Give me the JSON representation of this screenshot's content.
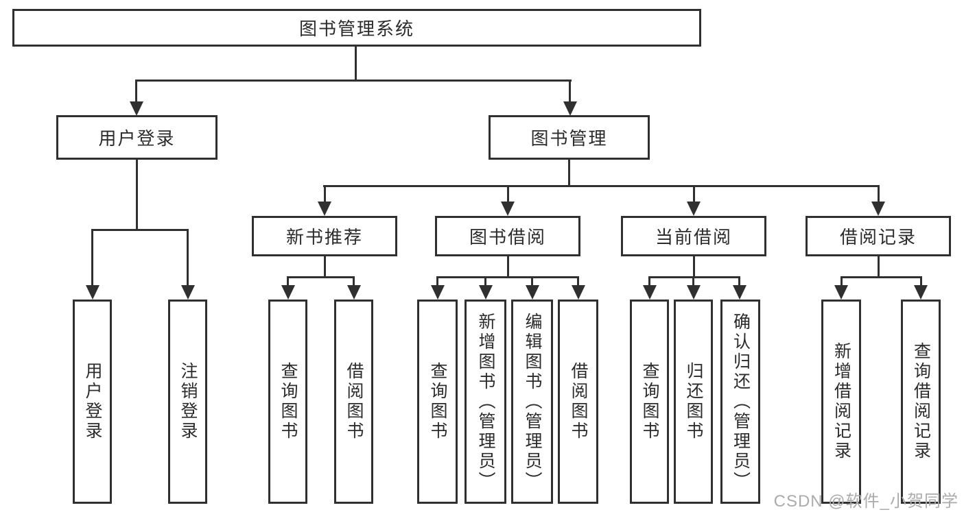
{
  "diagram": {
    "root": {
      "label": "图书管理系统"
    },
    "branches": [
      {
        "label": "用户登录",
        "children": [
          {
            "label": "用户登录"
          },
          {
            "label": "注销登录"
          }
        ]
      },
      {
        "label": "图书管理",
        "groups": [
          {
            "label": "新书推荐",
            "children": [
              {
                "label": "查询图书"
              },
              {
                "label": "借阅图书"
              }
            ]
          },
          {
            "label": "图书借阅",
            "children": [
              {
                "label": "查询图书"
              },
              {
                "label": "新增图书（管理员）"
              },
              {
                "label": "编辑图书（管理员）"
              },
              {
                "label": "借阅图书"
              }
            ]
          },
          {
            "label": "当前借阅",
            "children": [
              {
                "label": "查询图书"
              },
              {
                "label": "归还图书"
              },
              {
                "label": "确认归还（管理员）"
              }
            ]
          },
          {
            "label": "借阅记录",
            "children": [
              {
                "label": "新增借阅记录"
              },
              {
                "label": "查询借阅记录"
              }
            ]
          }
        ]
      }
    ]
  },
  "watermark": {
    "text": "CSDN @软件_小贺同学"
  },
  "colors": {
    "line": "#303030",
    "text": "#2b2b2b",
    "watermark": "#ababab",
    "background": "#ffffff"
  }
}
